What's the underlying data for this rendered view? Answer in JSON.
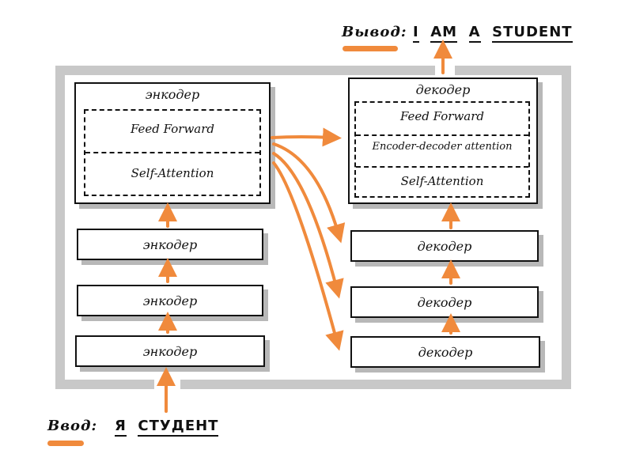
{
  "colors": {
    "accent": "#f08a3c",
    "frame": "#c8c8c8",
    "ink": "#111111"
  },
  "output": {
    "label": "Вывод:",
    "words": [
      "I",
      "AM",
      "A",
      "STUDENT"
    ]
  },
  "input": {
    "label": "Ввод:",
    "words": [
      "Я",
      "СТУДЕНТ"
    ]
  },
  "encoder_top": {
    "title": "энкодер",
    "layers": [
      "Feed Forward",
      "Self-Attention"
    ]
  },
  "decoder_top": {
    "title": "декодер",
    "layers": [
      "Feed Forward",
      "Encoder-decoder attention",
      "Self-Attention"
    ]
  },
  "encoders": [
    "энкодер",
    "энкодер",
    "энкодер"
  ],
  "decoders": [
    "декодер",
    "декодер",
    "декодер"
  ],
  "icons": {
    "arrow": "arrow-up-icon",
    "arrow_right": "arrow-right-icon"
  }
}
